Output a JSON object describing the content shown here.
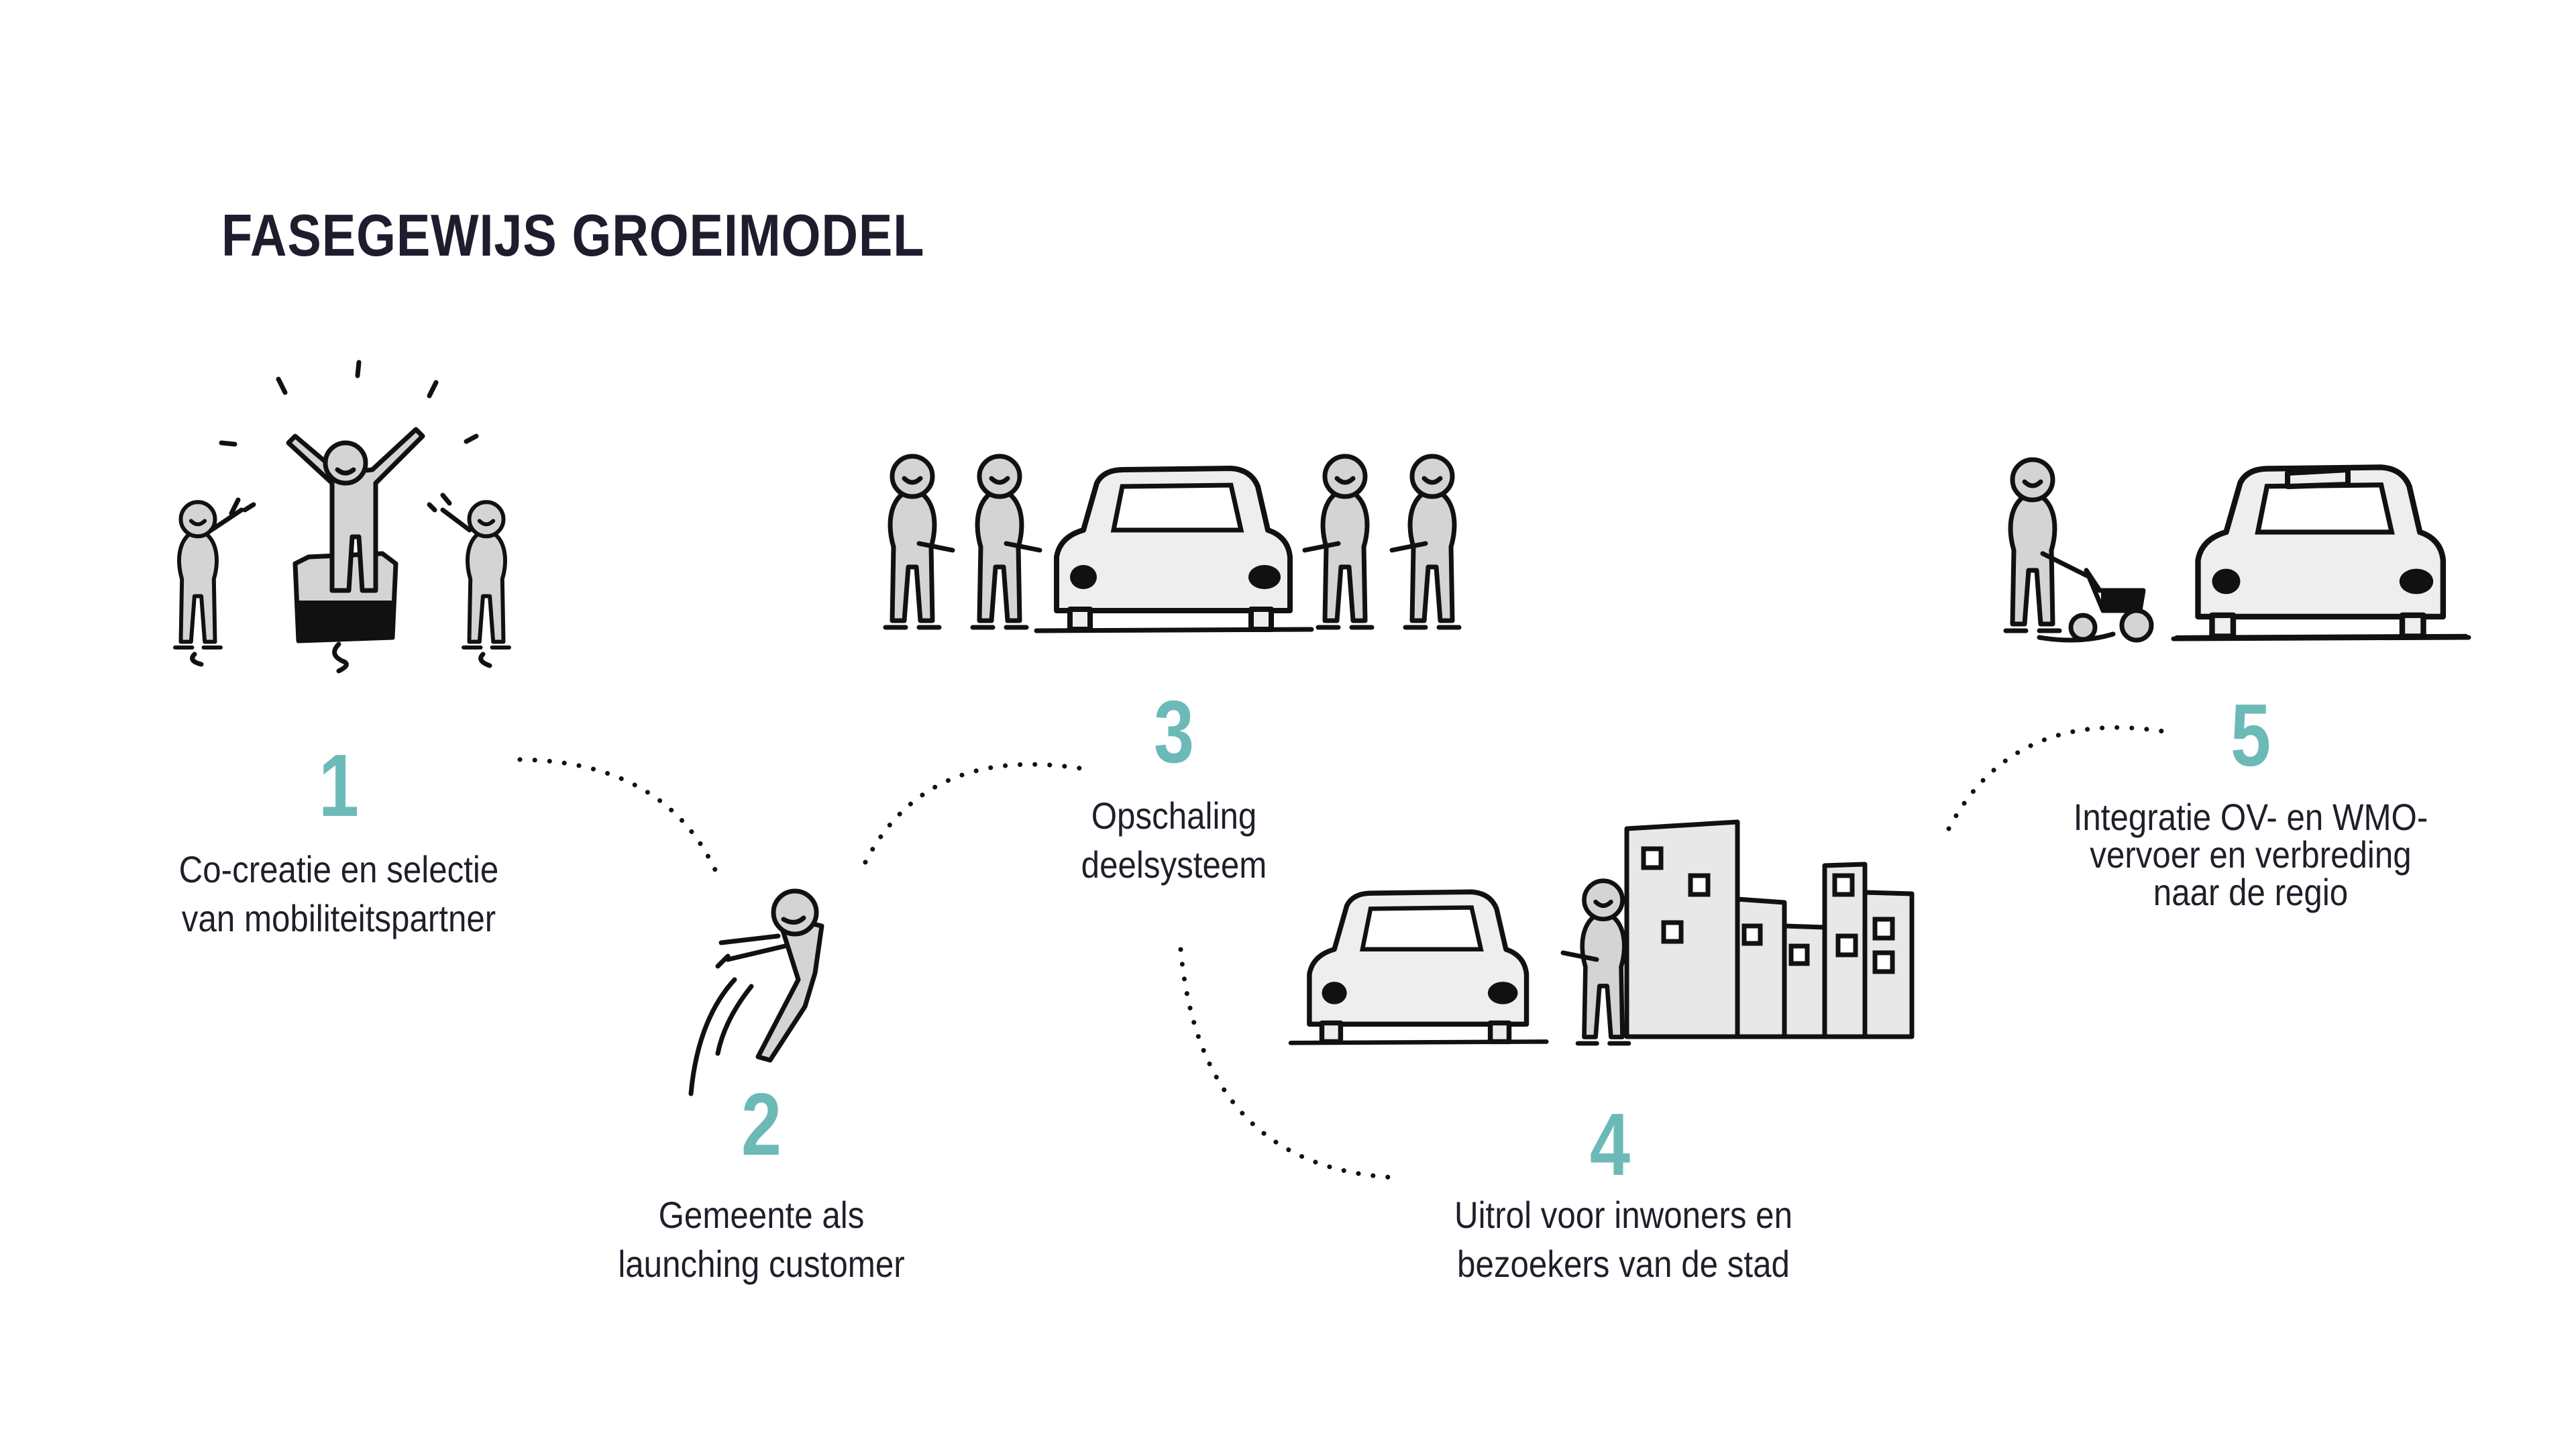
{
  "title": "FASEGEWIJS GROEIMODEL",
  "phases": [
    {
      "number": "1",
      "lines": [
        "Co-creatie en selectie",
        "van mobiliteitspartner"
      ]
    },
    {
      "number": "2",
      "lines": [
        "Gemeente als",
        "launching customer"
      ]
    },
    {
      "number": "3",
      "lines": [
        "Opschaling",
        "deelsysteem"
      ]
    },
    {
      "number": "4",
      "lines": [
        "Uitrol voor inwoners en",
        "bezoekers van de stad"
      ]
    },
    {
      "number": "5",
      "lines": [
        "Integratie OV- en WMO-",
        "vervoer en verbreding",
        "naar de regio"
      ]
    }
  ],
  "colors": {
    "accent": "#6cbab7",
    "ink": "#111111",
    "figure_fill": "#d4d4d4"
  },
  "icons": [
    "cheering-crowd-illustration",
    "flying-person-illustration",
    "people-around-car-illustration",
    "car-person-city-illustration",
    "person-rollator-taxi-illustration"
  ]
}
